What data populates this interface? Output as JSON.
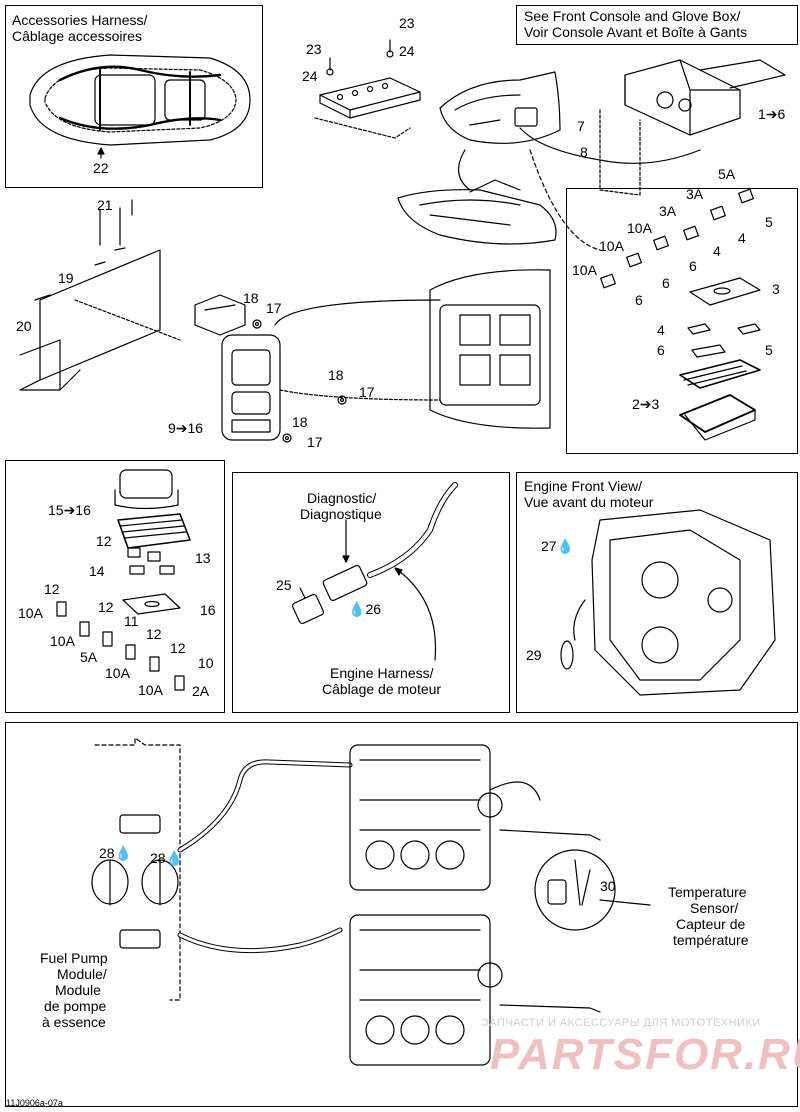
{
  "panels": {
    "accessories": {
      "title_line1": "Accessories Harness/",
      "title_line2": "Câblage accessoires"
    },
    "console": {
      "title_line1": "See Front Console and Glove Box/",
      "title_line2": "Voir Console Avant et Boîte à Gants"
    },
    "diagnostic": {
      "label_line1": "Diagnostic/",
      "label_line2": "Diagnostique",
      "harness_line1": "Engine Harness/",
      "harness_line2": "Câblage de moteur"
    },
    "engine_front": {
      "title_line1": "Engine Front View/",
      "title_line2": "Vue avant du moteur"
    },
    "fuel_pump": {
      "line1": "Fuel Pump",
      "line2": "Module/",
      "line3": "Module",
      "line4": "de pompe",
      "line5": "à essence"
    },
    "temp_sensor": {
      "line1": "Temperature",
      "line2": "Sensor/",
      "line3": "Capteur de",
      "line4": "température"
    }
  },
  "callouts": {
    "c22": "22",
    "c23a": "23",
    "c23b": "23",
    "c24a": "24",
    "c24b": "24",
    "c1to6": "1➔6",
    "c7": "7",
    "c8": "8",
    "c21": "21",
    "c19": "19",
    "c20": "20",
    "c18a": "18",
    "c17a": "17",
    "c18b": "18",
    "c17b": "17",
    "c18c": "18",
    "c17c": "17",
    "c9to16": "9➔16",
    "f5A": "5A",
    "f5": "5",
    "f3A": "3A",
    "f4a": "4",
    "f3Ab": "3A",
    "f4b": "4",
    "f10Aa": "10A",
    "f6a": "6",
    "f10Ab": "10A",
    "f6b": "6",
    "f10Ac": "10A",
    "f6c": "6",
    "r3": "3",
    "r4": "4",
    "r5": "5",
    "r6": "6",
    "r2to3": "2➔3",
    "b15to16": "15➔16",
    "b12a": "12",
    "b13": "13",
    "b14": "14",
    "b12b": "12",
    "b16": "16",
    "b10Aa": "10A",
    "b12c": "12",
    "b10Ab": "10A",
    "b11": "11",
    "b5A": "5A",
    "b12d": "12",
    "b10Ac": "10A",
    "b12e": "12",
    "b10Ad": "10A",
    "b10": "10",
    "b2A": "2A",
    "d25": "25",
    "d26": "26",
    "e27": "27",
    "e29": "29",
    "m28a": "28",
    "m28b": "28",
    "m30": "30"
  },
  "footer": {
    "code": "11J0906a-07a"
  },
  "watermark": {
    "line1": "ЗАПЧАСТИ И АКСЕССУАРЫ ДЛЯ МОТОТЕХНИКИ",
    "line2": "PARTSFOR.RU"
  }
}
